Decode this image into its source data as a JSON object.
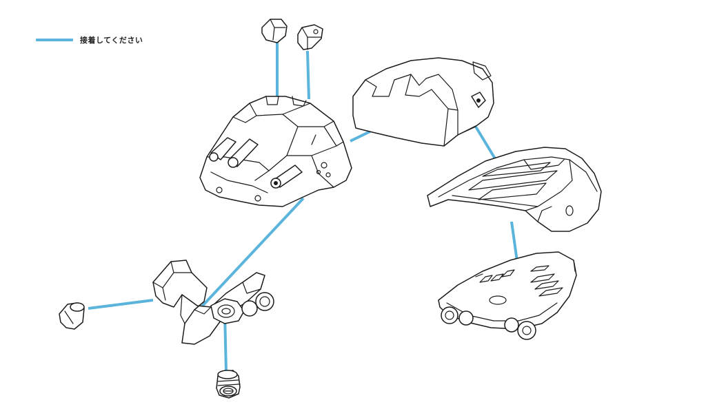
{
  "legend": {
    "label": "接着してください",
    "color": "#5ab4dc"
  },
  "parts": [
    "tab-left-small",
    "tab-right-small",
    "main-turret-body",
    "dome-cover",
    "slotted-platform",
    "base-plate-with-rollers",
    "claw-bracket",
    "small-peg-left",
    "threaded-peg-bottom"
  ]
}
